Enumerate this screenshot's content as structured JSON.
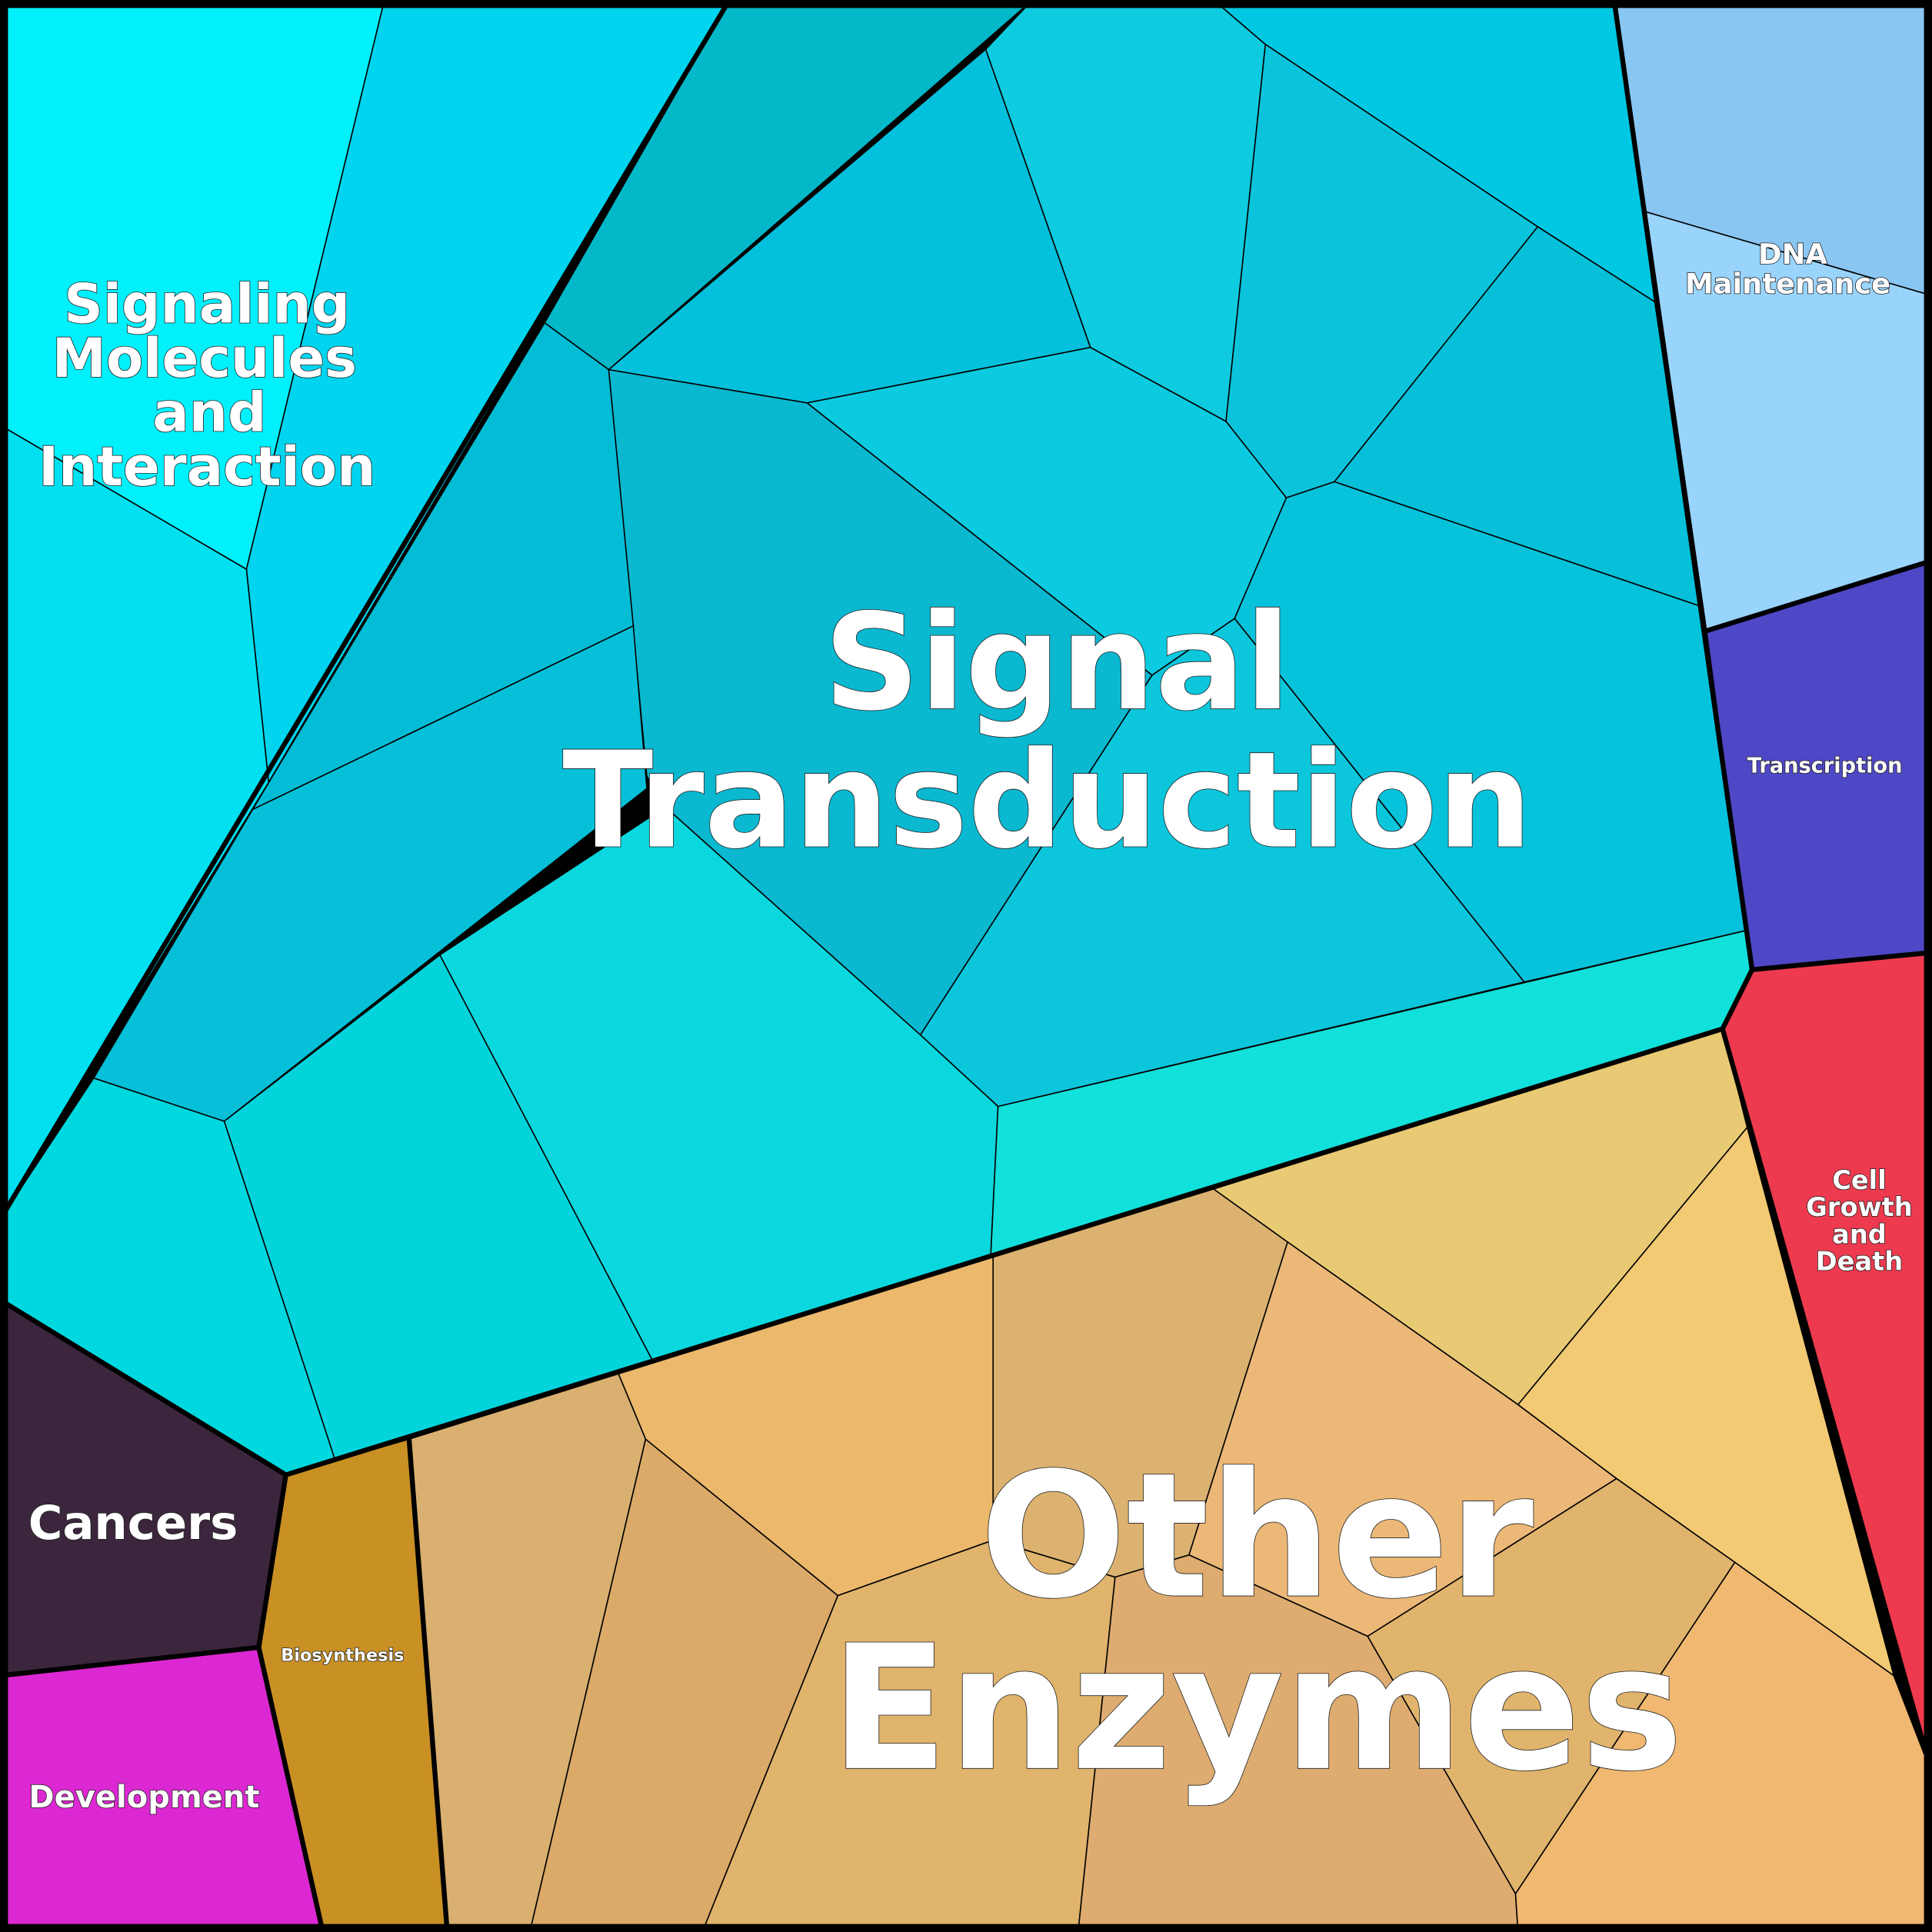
{
  "chart_data": {
    "type": "voronoi-treemap",
    "title": "",
    "categories": [
      {
        "name": "Signal Transduction",
        "lines": [
          "Signal",
          "Transduction"
        ],
        "color": "#0cc6dc",
        "subcells": 15
      },
      {
        "name": "Other Enzymes",
        "lines": [
          "Other",
          "Enzymes"
        ],
        "color": "#e8b870",
        "subcells": 11
      },
      {
        "name": "Signaling Molecules and Interaction",
        "lines": [
          "Signaling",
          "Molecules",
          "and",
          "Interaction"
        ],
        "color": "#00e0f0",
        "subcells": 3
      },
      {
        "name": "DNA Maintenance",
        "lines": [
          "DNA",
          "Maintenance"
        ],
        "color": "#90ccf6",
        "subcells": 2
      },
      {
        "name": "Transcription",
        "lines": [
          "Transcription"
        ],
        "color": "#4e47c6",
        "subcells": 1
      },
      {
        "name": "Cell Growth and Death",
        "lines": [
          "Cell",
          "Growth",
          "and",
          "Death"
        ],
        "color": "#ee3a4e",
        "subcells": 1
      },
      {
        "name": "Cancers",
        "lines": [
          "Cancers"
        ],
        "color": "#3b263d",
        "subcells": 1
      },
      {
        "name": "Development",
        "lines": [
          "Development"
        ],
        "color": "#dc28d2",
        "subcells": 1
      },
      {
        "name": "Biosynthesis",
        "lines": [
          "Biosynthesis"
        ],
        "color": "#c99024",
        "subcells": 1
      }
    ]
  }
}
